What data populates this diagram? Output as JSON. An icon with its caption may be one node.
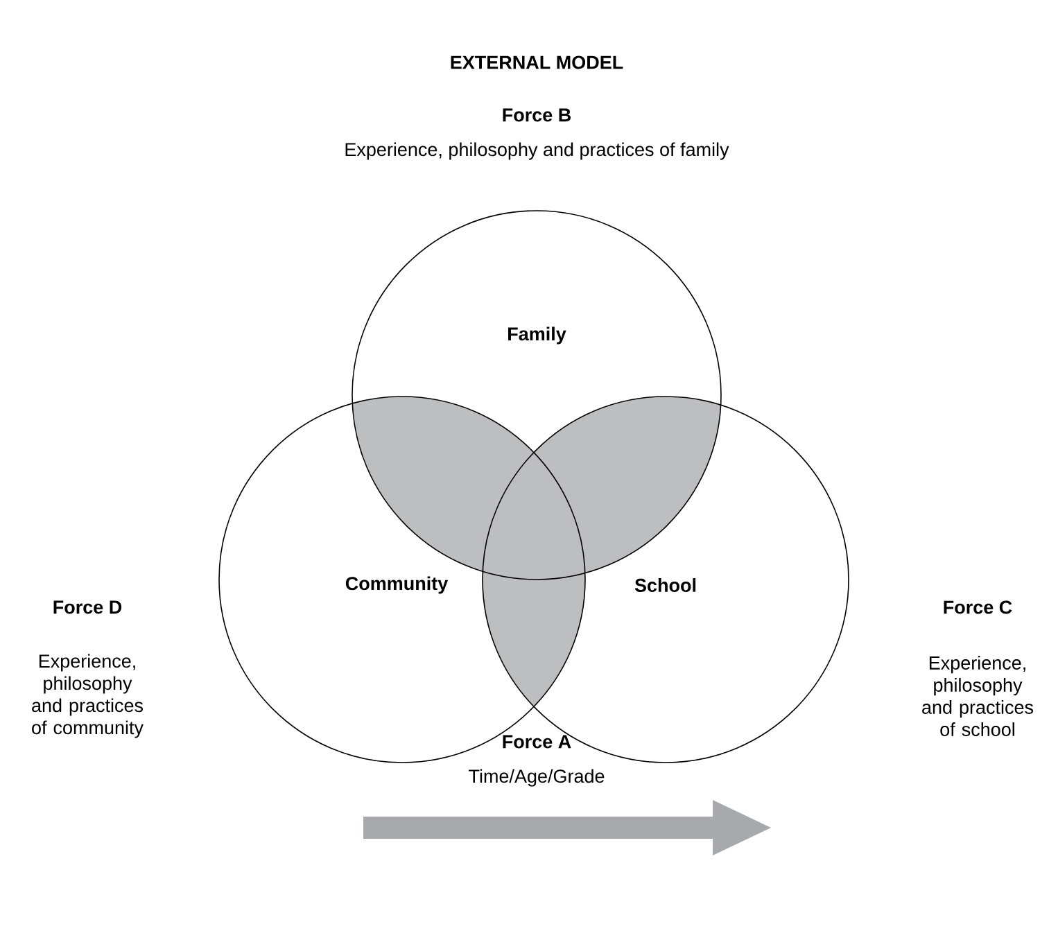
{
  "diagram": {
    "title": "EXTERNAL MODEL",
    "nodes": [
      {
        "text": [
          "Family"
        ]
      },
      {
        "text": [
          "Community"
        ]
      },
      {
        "text": [
          "School"
        ]
      }
    ],
    "labels": [
      "Force B",
      "Experience, philosophy and practices of family",
      "Force D",
      "Experience, philosophy and practices of community",
      "Force C",
      "Experience, philosophy and practices of school",
      "Force A",
      "Time/Age/Grade"
    ]
  }
}
